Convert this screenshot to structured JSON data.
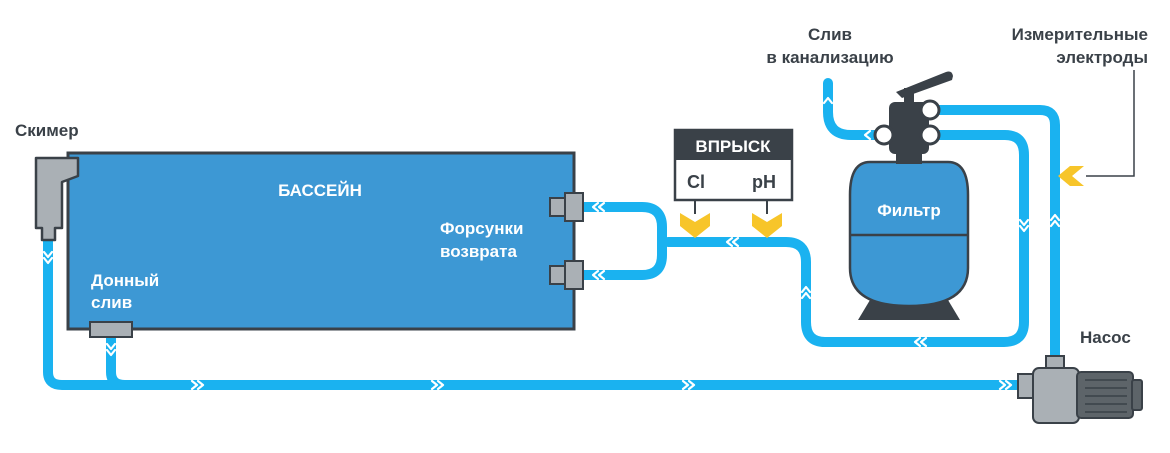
{
  "labels": {
    "skimmer": "Скимер",
    "pool": "БАССЕЙН",
    "bottom_drain_line1": "Донный",
    "bottom_drain_line2": "слив",
    "nozzles_line1": "Форсунки",
    "nozzles_line2": "возврата",
    "injection_title": "ВПРЫСК",
    "injection_cl": "Cl",
    "injection_ph": "pH",
    "drain_line1": "Слив",
    "drain_line2": "в канализацию",
    "electrodes_line1": "Измерительные",
    "electrodes_line2": "электроды",
    "filter": "Фильтр",
    "pump": "Насос"
  },
  "colors": {
    "pipe": "#1ab2f0",
    "pool": "#3d98d4",
    "pool_border": "#3a4148",
    "dark": "#3a4148",
    "filter_body": "#3d98d4",
    "injection_marker": "#f7c52a",
    "grey": "#aab0b5",
    "grey_dark": "#5d6469",
    "text_dark": "#3a4148",
    "text_light": "#ffffff"
  }
}
